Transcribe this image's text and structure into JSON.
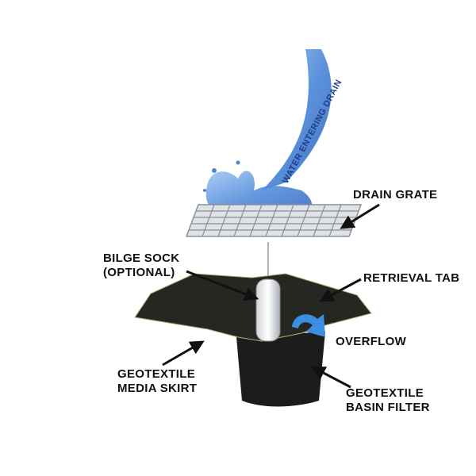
{
  "labels": {
    "water": "WATER ENTERING DRAIN",
    "drain_grate": "DRAIN GRATE",
    "bilge_sock_line1": "BILGE SOCK",
    "bilge_sock_line2": "(OPTIONAL)",
    "retrieval_tab": "RETRIEVAL TAB",
    "overflow": "OVERFLOW",
    "skirt_line1": "GEOTEXTILE",
    "skirt_line2": "MEDIA SKIRT",
    "basin_line1": "GEOTEXTILE",
    "basin_line2": "BASIN FILTER"
  },
  "colors": {
    "water": "#4a86d8",
    "fabric": "#1f1f1c",
    "overflow_arrow": "#3a8fe0",
    "text": "#111111"
  }
}
